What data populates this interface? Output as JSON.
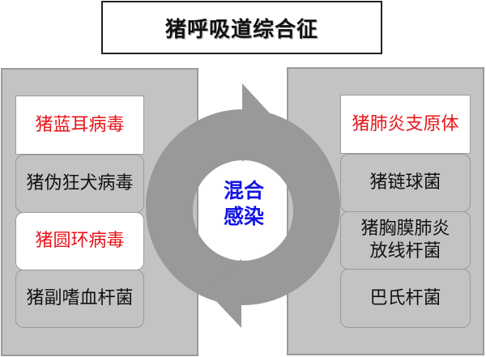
{
  "title": "猪呼吸道综合征",
  "center": {
    "line1": "混合",
    "line2": "感染"
  },
  "left_panel": {
    "items": [
      {
        "label": "猪蓝耳病毒",
        "highlight": true
      },
      {
        "label": "猪伪狂犬病毒",
        "highlight": false
      },
      {
        "label": "猪圆环病毒",
        "highlight": true
      },
      {
        "label": "猪副嗜血杆菌",
        "highlight": false
      }
    ]
  },
  "right_panel": {
    "items": [
      {
        "label": "猪肺炎支原体",
        "highlight": true
      },
      {
        "label": "猪链球菌",
        "highlight": false
      },
      {
        "label": "猪胸膜肺炎放线杆菌",
        "line1": "猪胸膜肺炎",
        "line2": "放线杆菌",
        "highlight": false
      },
      {
        "label": "巴氏杆菌",
        "highlight": false
      }
    ]
  },
  "colors": {
    "highlight_text": "#e8141a",
    "center_text": "#1414e6",
    "panel_bg": "#c3c3c3",
    "cycle_arrow": "#999999"
  }
}
